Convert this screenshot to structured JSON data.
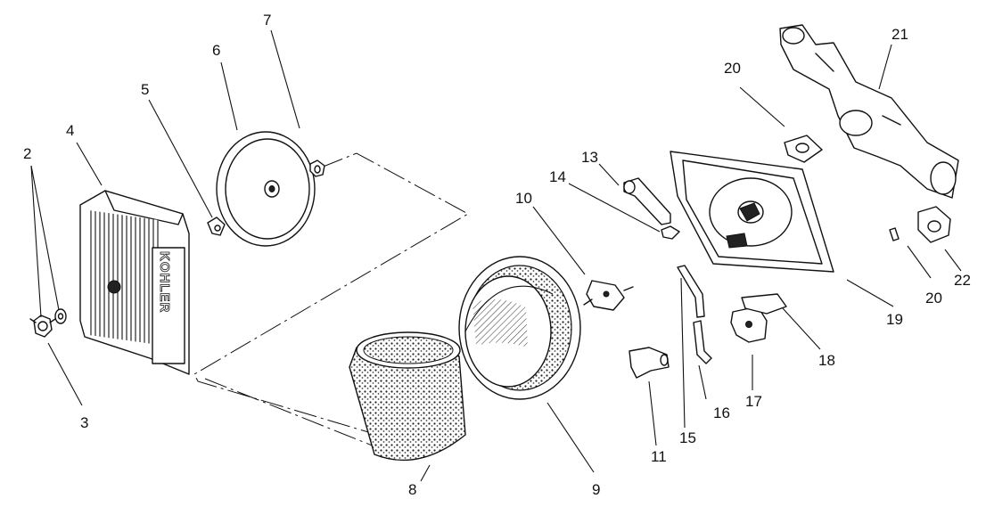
{
  "diagram": {
    "brand_mark": "KOHLER",
    "callouts": {
      "c2": "2",
      "c3": "3",
      "c4": "4",
      "c5": "5",
      "c6": "6",
      "c7": "7",
      "c8": "8",
      "c9": "9",
      "c10": "10",
      "c11": "11",
      "c13": "13",
      "c14": "14",
      "c15": "15",
      "c16": "16",
      "c17": "17",
      "c18": "18",
      "c19": "19",
      "c20a": "20",
      "c20b": "20",
      "c21": "21",
      "c22": "22"
    }
  }
}
